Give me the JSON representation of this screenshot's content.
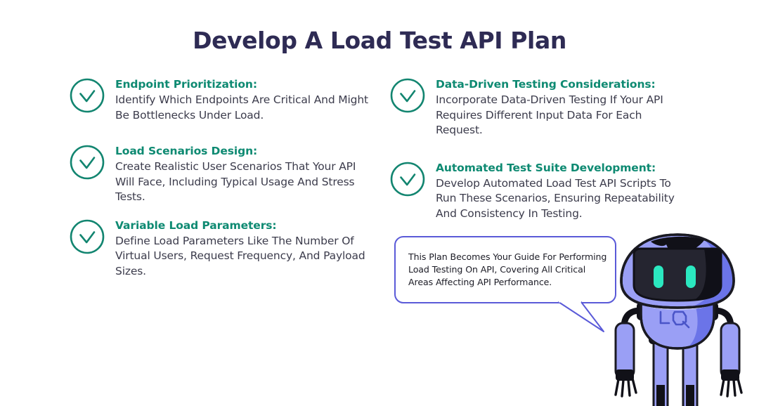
{
  "page": {
    "title": "Develop A Load Test API Plan",
    "background_color": "#ffffff",
    "title_color": "#2e2b54",
    "heading_color": "#0e8a72",
    "body_color": "#3c3c4c",
    "bubble_border_color": "#5a5ad8",
    "robot_body_color": "#9a9ff5",
    "robot_shade_color": "#6b74e8",
    "robot_screen_color": "#252530",
    "robot_eye_color": "#2be8c0"
  },
  "columns": {
    "left": [
      {
        "icon": "check-circle-icon",
        "heading": "Endpoint Prioritization:",
        "text": "Identify Which Endpoints Are Critical And Might Be Bottlenecks Under Load."
      },
      {
        "icon": "check-circle-icon",
        "heading": "Load Scenarios Design:",
        "text": "Create Realistic User Scenarios That Your API Will Face, Including Typical Usage And Stress Tests."
      },
      {
        "icon": "check-circle-icon",
        "heading": "Variable Load Parameters:",
        "text": "Define Load Parameters Like The Number Of Virtual Users, Request Frequency, And Payload Sizes."
      }
    ],
    "right": [
      {
        "icon": "check-circle-icon",
        "heading": "Data-Driven Testing Considerations:",
        "text": "Incorporate Data-Driven Testing If Your API Requires Different Input Data For Each Request."
      },
      {
        "icon": "check-circle-icon",
        "heading": "Automated Test Suite Development:",
        "text": "Develop Automated Load Test API Scripts To Run These Scenarios, Ensuring Repeatability And Consistency In Testing."
      }
    ]
  },
  "speech_bubble": {
    "text": "This Plan Becomes Your Guide For Performing Load Testing On API, Covering All Critical Areas Affecting API Performance."
  },
  "robot": {
    "name": "robot-mascot",
    "chest_logo": "LQ"
  }
}
